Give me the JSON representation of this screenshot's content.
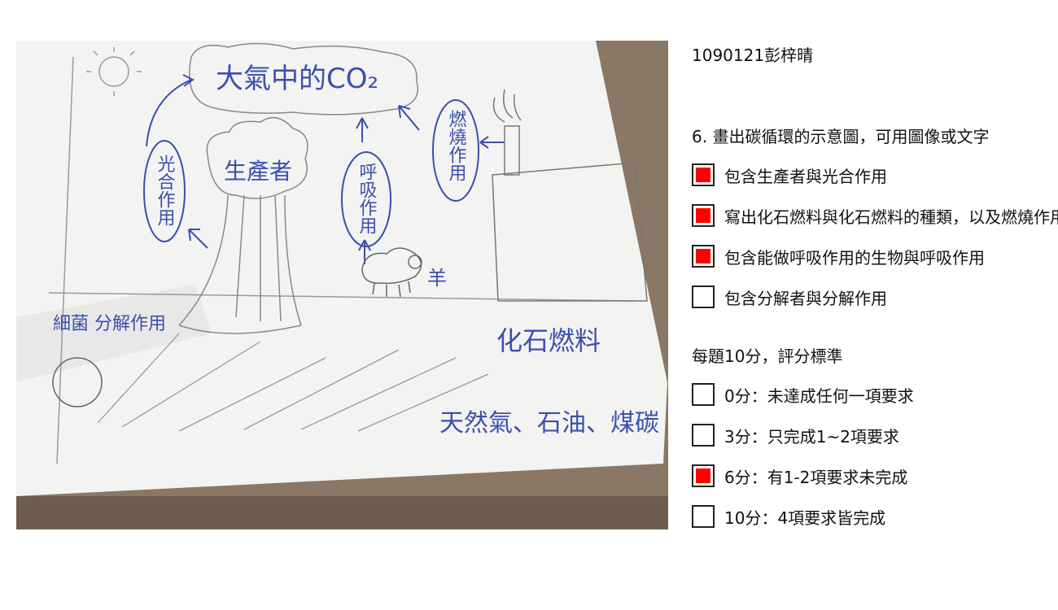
{
  "student_name": "1090121彭梓晴",
  "question": {
    "title": "6. 畫出碳循環的示意圖，可用圖像或文字",
    "criteria": [
      {
        "label": "包含生產者與光合作用",
        "checked": true
      },
      {
        "label": "寫出化石燃料與化石燃料的種類，以及燃燒作用",
        "checked": true
      },
      {
        "label": "包含能做呼吸作用的生物與呼吸作用",
        "checked": true
      },
      {
        "label": "包含分解者與分解作用",
        "checked": false
      }
    ]
  },
  "scoring": {
    "title": "每題10分，評分標準",
    "options": [
      {
        "label": "0分：未達成任何一項要求",
        "checked": false
      },
      {
        "label": "3分：只完成1~2項要求",
        "checked": false
      },
      {
        "label": "6分：有1-2項要求未完成",
        "checked": true
      },
      {
        "label": "10分：4項要求皆完成",
        "checked": false
      }
    ]
  },
  "drawing": {
    "atmosphere_label": "大氣中的CO₂",
    "photosynthesis_label": "光合作用",
    "producer_label": "生產者",
    "respiration_label": "呼吸作用",
    "combustion_label": "燃燒作用",
    "sheep_label": "羊",
    "decomposer_label": "細菌 分解作用",
    "fossil_fuel_label": "化石燃料",
    "fuel_types_label": "天然氣、石油、煤碳"
  },
  "colors": {
    "check_fill": "#ff0000",
    "ink_blue": "#3a4fb0",
    "pencil": "#7a7a7a",
    "paper": "#f4f4f2",
    "desk": "#8a7765"
  }
}
